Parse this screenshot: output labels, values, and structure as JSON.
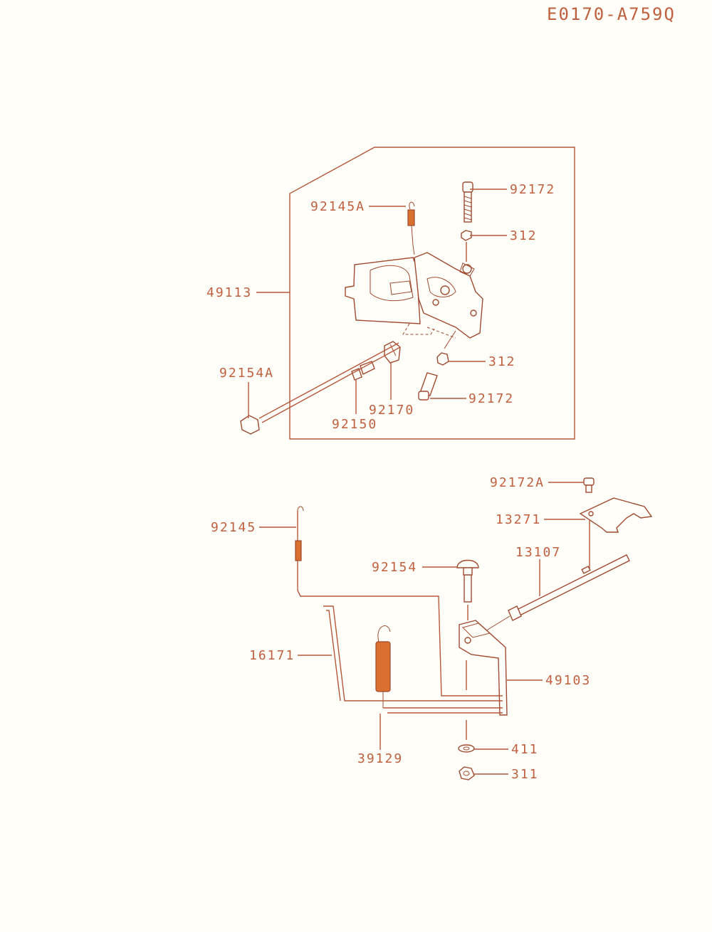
{
  "diagram_code": "E0170-A759Q",
  "colors": {
    "line": "#b7583a",
    "text": "#c0603f",
    "spring": "#d9702f",
    "background": "#fffef9"
  },
  "upper_group_label": "49113",
  "parts": {
    "p92172_top": "92172",
    "p92145A": "92145A",
    "p312_top": "312",
    "p49113": "49113",
    "p312_mid": "312",
    "p92154A": "92154A",
    "p92172_mid": "92172",
    "p92170": "92170",
    "p92150": "92150",
    "p92172A": "92172A",
    "p13271": "13271",
    "p92145": "92145",
    "p13107": "13107",
    "p92154": "92154",
    "p16171": "16171",
    "p49103": "49103",
    "p411": "411",
    "p39129": "39129",
    "p311": "311"
  }
}
